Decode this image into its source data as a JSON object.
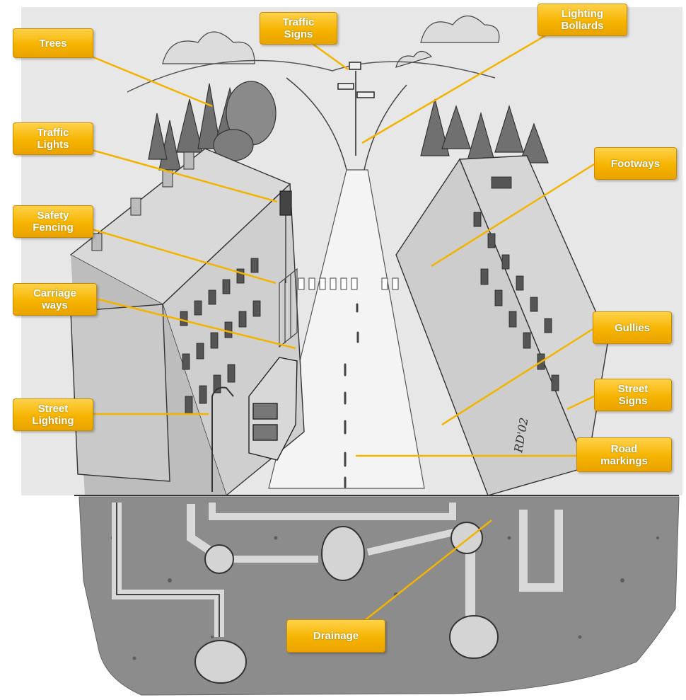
{
  "diagram": {
    "labels": {
      "trees": "Trees",
      "traffic_signs": "Traffic\nSigns",
      "lighting_bollards": "Lighting\nBollards",
      "traffic_lights": "Traffic\nLights",
      "footways": "Footways",
      "safety_fencing": "Safety\nFencing",
      "carriage_ways": "Carriage\nways",
      "gullies": "Gullies",
      "street_signs": "Street\nSigns",
      "street_lighting": "Street\nLighting",
      "road_markings": "Road\nmarkings",
      "drainage": "Drainage"
    },
    "signature": "RD'02",
    "colors": {
      "label_fill": "#f6b400",
      "leader_line": "#f3b400",
      "ground": "#8a8a8a",
      "road": "#f2f2f2"
    }
  }
}
